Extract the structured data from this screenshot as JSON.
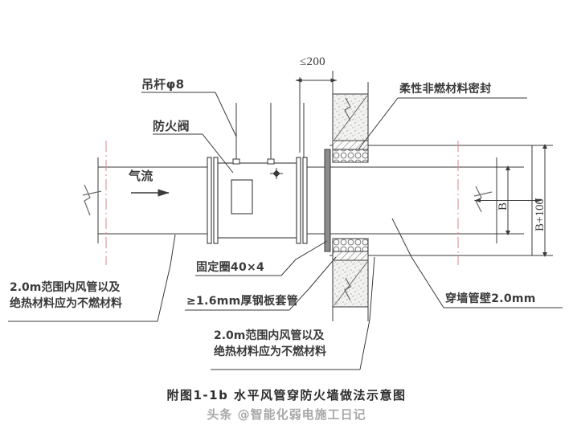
{
  "document": {
    "type": "engineering-detail-drawing",
    "caption": "附图1-1b  水平风管穿防火墙做法示意图",
    "watermark": "头条 @智能化弱电施工日记",
    "background_color": "#ffffff",
    "line_color": "#3a3a3a",
    "centerline_color": "#d98a8a"
  },
  "labels": {
    "hanger_rod": "吊杆φ8",
    "fire_damper": "防火阀",
    "airflow": "气流",
    "flexible_seal": "柔性非燃材料密封",
    "fixing_ring": "固定圈40×4",
    "steel_sleeve": "≥1.6mm厚钢板套管",
    "wall_pipe_thickness": "穿墙管壁2.0mm"
  },
  "dimensions": {
    "wall_offset": "≤200",
    "duct_height": "B",
    "sleeve_height": "B+100"
  },
  "notes": {
    "left": {
      "line1": "2.0m范围内风管以及",
      "line2": "绝热材料应为不燃材料"
    },
    "bottom": {
      "line1": "2.0m范围内风管以及",
      "line2": "绝热材料应为不燃材料"
    }
  }
}
